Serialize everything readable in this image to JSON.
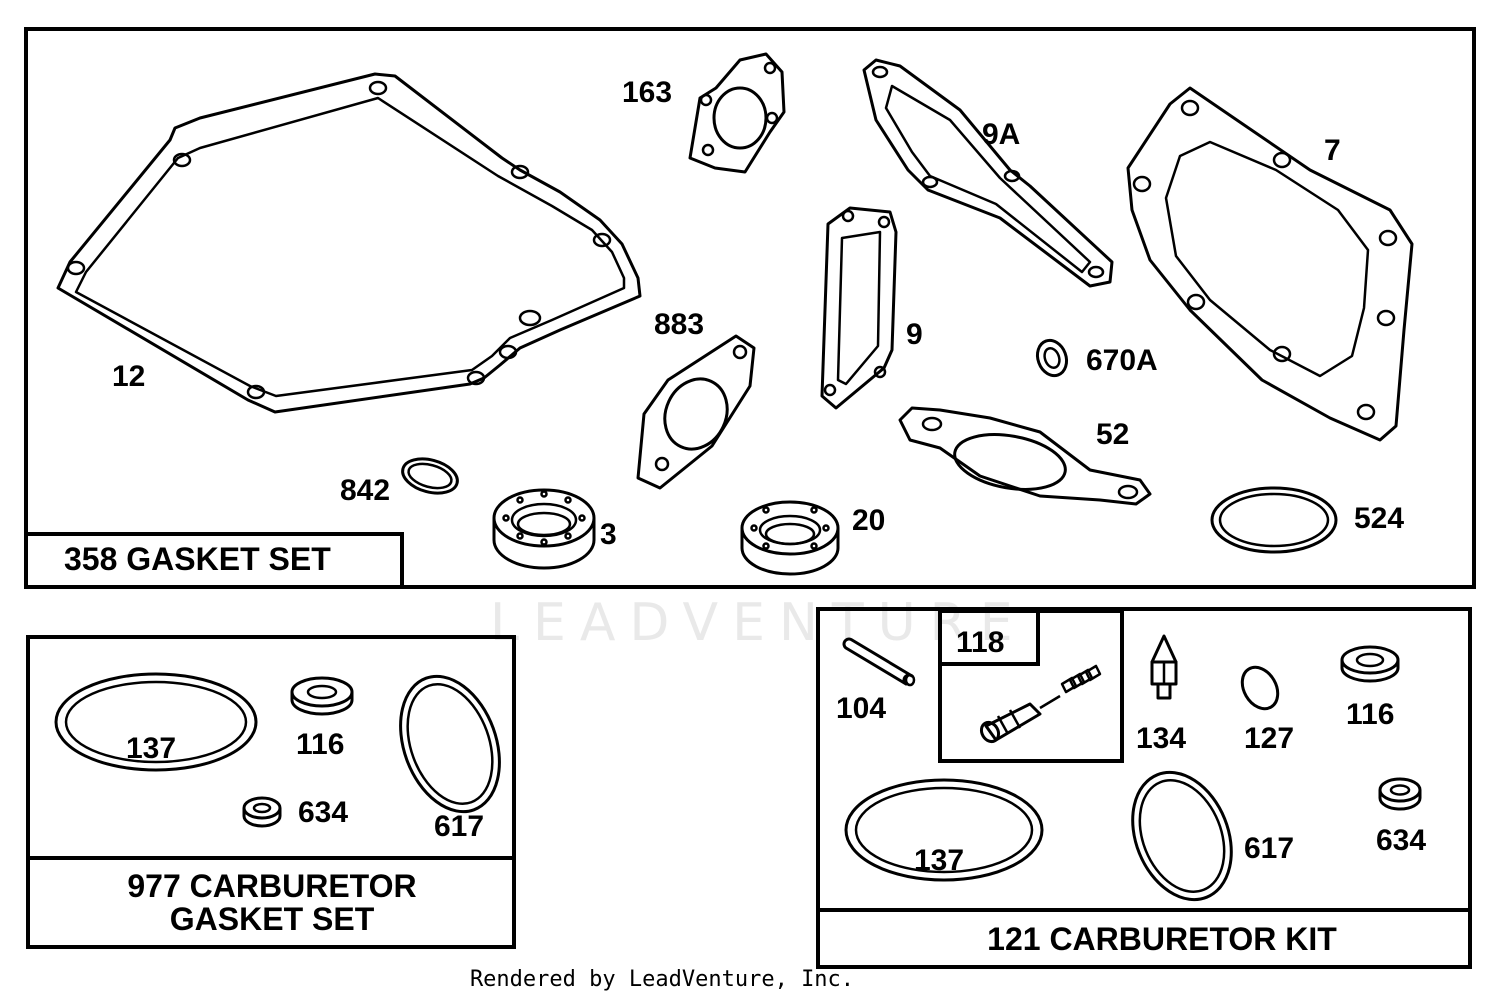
{
  "watermark": "LEADVENTURE",
  "footer": "Rendered by LeadVenture, Inc.",
  "panels": {
    "gasket_set": {
      "title": "358 GASKET SET"
    },
    "carb_gasket_set": {
      "title_line1": "977 CARBURETOR",
      "title_line2": "GASKET SET"
    },
    "carb_kit": {
      "title": "121 CARBURETOR KIT",
      "subbox": "118"
    }
  },
  "labels": {
    "p12": "12",
    "p163": "163",
    "p9a": "9A",
    "p7": "7",
    "p883": "883",
    "p9": "9",
    "p670a": "670A",
    "p52": "52",
    "p842": "842",
    "p3": "3",
    "p20": "20",
    "p524": "524",
    "c137": "137",
    "c116": "116",
    "c634": "634",
    "c617": "617",
    "k104": "104",
    "k134": "134",
    "k127": "127",
    "k116": "116",
    "k137": "137",
    "k617": "617",
    "k634": "634"
  }
}
